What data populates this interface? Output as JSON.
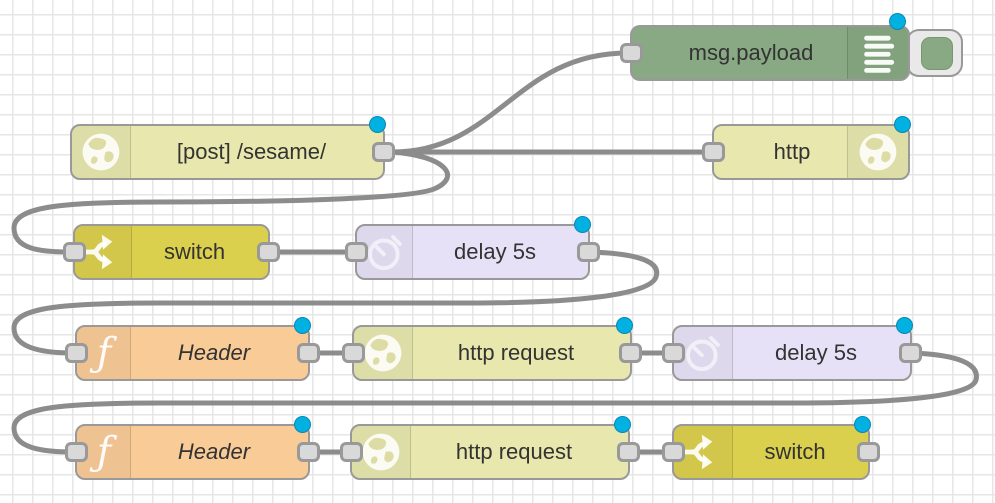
{
  "editor": {
    "app": "Node-RED flow editor",
    "view": "flow canvas"
  },
  "colors": {
    "wire": "#8c8c8c",
    "node_border": "#999999",
    "port_fill": "#d9d9d9",
    "modified_dot": "#00b1e2",
    "debug_green": "#88a983",
    "http_yellow": "#e7e7ae",
    "switch_yellow": "#dbd04e",
    "delay_lavender": "#e6e1f6",
    "function_orange": "#f9cb97",
    "grid_line": "#e6e6e6"
  },
  "nodes": [
    {
      "label": "msg.payload",
      "type": "debug",
      "icon": "debug-list-icon",
      "modified": true,
      "has_input": true,
      "has_output": false
    },
    {
      "label": "[post] /sesame/",
      "type": "http in",
      "icon": "globe-icon",
      "modified": true,
      "has_input": false,
      "has_output": true
    },
    {
      "label": "http",
      "type": "http response",
      "icon": "globe-icon",
      "modified": true,
      "has_input": true,
      "has_output": false
    },
    {
      "label": "switch",
      "type": "switch",
      "icon": "fork-icon",
      "modified": false,
      "has_input": true,
      "has_output": true
    },
    {
      "label": "delay 5s",
      "type": "delay",
      "icon": "timer-icon",
      "modified": true,
      "has_input": true,
      "has_output": true
    },
    {
      "label": "Header",
      "type": "function",
      "icon": "function-icon",
      "modified": true,
      "has_input": true,
      "has_output": true
    },
    {
      "label": "http request",
      "type": "http request",
      "icon": "globe-icon",
      "modified": true,
      "has_input": true,
      "has_output": true
    },
    {
      "label": "delay 5s",
      "type": "delay",
      "icon": "timer-icon",
      "modified": true,
      "has_input": true,
      "has_output": true
    },
    {
      "label": "Header",
      "type": "function",
      "icon": "function-icon",
      "modified": true,
      "has_input": true,
      "has_output": true
    },
    {
      "label": "http request",
      "type": "http request",
      "icon": "globe-icon",
      "modified": true,
      "has_input": true,
      "has_output": true
    },
    {
      "label": "switch",
      "type": "switch",
      "icon": "fork-icon",
      "modified": true,
      "has_input": true,
      "has_output": true
    }
  ],
  "connections": [
    {
      "from": "[post] /sesame/",
      "to": "msg.payload"
    },
    {
      "from": "[post] /sesame/",
      "to": "http"
    },
    {
      "from": "[post] /sesame/",
      "to": "switch"
    },
    {
      "from": "switch",
      "to": "delay 5s"
    },
    {
      "from": "delay 5s",
      "to": "Header"
    },
    {
      "from": "Header",
      "to": "http request"
    },
    {
      "from": "http request",
      "to": "delay 5s (2)"
    },
    {
      "from": "delay 5s (2)",
      "to": "Header (2)"
    },
    {
      "from": "Header (2)",
      "to": "http request (2)"
    },
    {
      "from": "http request (2)",
      "to": "switch (2)"
    }
  ]
}
